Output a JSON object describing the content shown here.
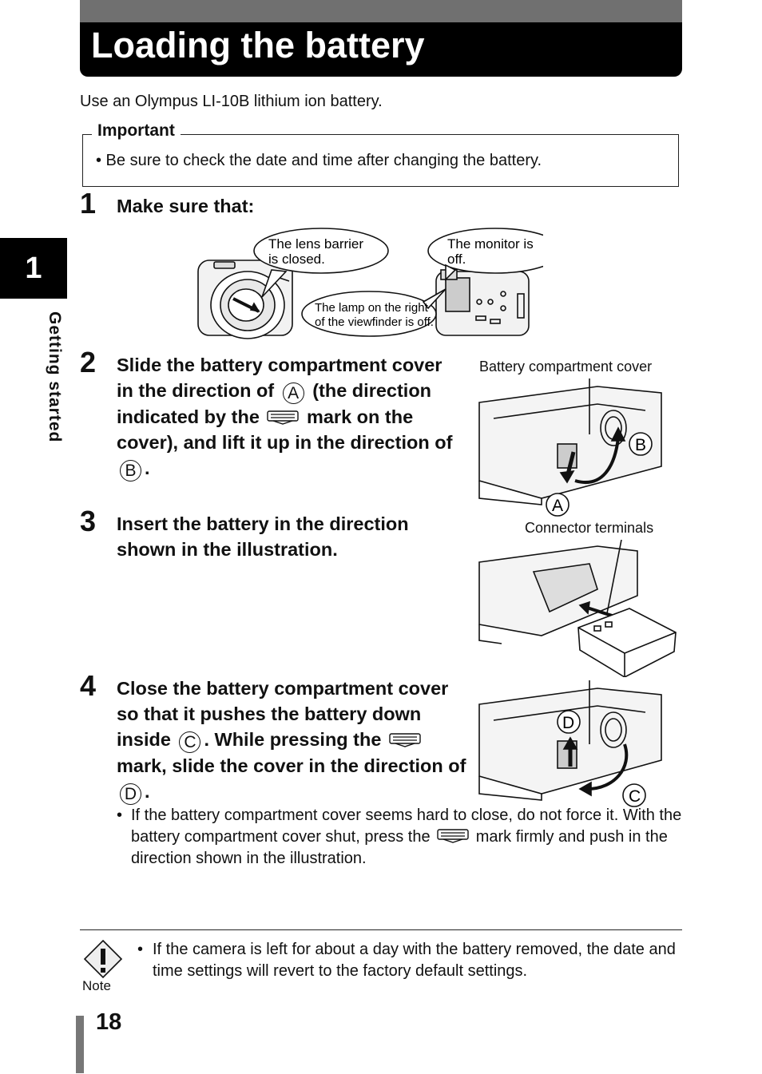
{
  "header": {
    "title": "Loading the battery"
  },
  "intro": "Use an Olympus LI-10B lithium ion battery.",
  "important": {
    "label": "Important",
    "text": "•  Be sure to check the date and time after changing the battery."
  },
  "side_tab": {
    "chapter": "1",
    "label": "Getting started"
  },
  "step1": {
    "num": "1",
    "text": "Make sure that:",
    "callouts": {
      "lens": [
        "The lens barrier",
        "is closed."
      ],
      "monitor": [
        "The monitor is",
        "off."
      ],
      "lamp": [
        "The lamp on the right",
        "of the viewfinder is off."
      ]
    }
  },
  "step2": {
    "num": "2",
    "part1": "Slide the battery compartment cover in the direction of",
    "circle_a": "A",
    "part2": "(the direction indicated by the",
    "part3": "mark on the cover), and lift it up in the direction of",
    "circle_b": "B",
    "part4": ".",
    "illustration_label": "Battery compartment cover"
  },
  "step3": {
    "num": "3",
    "text": "Insert the battery in the direction shown in the illustration.",
    "illustration_label": "Connector terminals"
  },
  "step4": {
    "num": "4",
    "part1": "Close the battery compartment cover so that it pushes the battery down inside",
    "circle_c": "C",
    "part2": ". While pressing the",
    "part3": "mark, slide the cover in the direction of",
    "circle_d": "D",
    "part4": ".",
    "bullet_part1": "If the battery compartment cover seems hard to close, do not force it. With the battery compartment cover shut, press the",
    "bullet_part2": "mark firmly and push in the direction shown in the illustration."
  },
  "note": {
    "label": "Note",
    "text": "If the camera is left for about a day with the battery removed, the date and time settings will revert to the factory default settings."
  },
  "footer": {
    "page_number": "18"
  }
}
